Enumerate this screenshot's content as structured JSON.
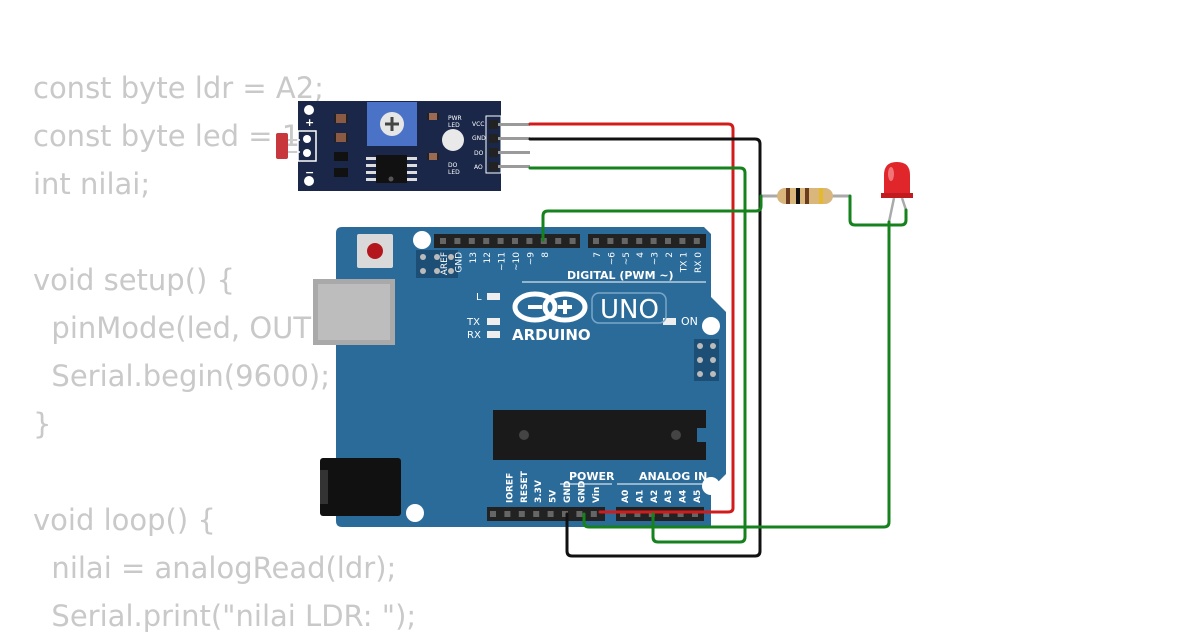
{
  "code_lines": [
    "const byte ldr = A2;",
    "const byte led = 1",
    "int nilai;",
    "",
    "void setup() {",
    "  pinMode(led, OUT",
    "  Serial.begin(9600);",
    "}",
    "",
    "void loop() {",
    "  nilai = analogRead(ldr);",
    "  Serial.print(\"nilai LDR: \");"
  ],
  "ldr_module": {
    "plus": "+",
    "minus": "−",
    "pwr_led": [
      "PWR",
      "LED"
    ],
    "do_led": [
      "DO",
      "LED"
    ],
    "pins": [
      "VCC",
      "GND",
      "DO",
      "AO"
    ]
  },
  "arduino": {
    "brand": "ARDUINO",
    "model": "UNO",
    "on_label": "ON",
    "l_label": "L",
    "tx_label": "TX",
    "rx_label": "RX",
    "digital_header_labels": [
      "AREF",
      "GND",
      "13",
      "12",
      "~11",
      "~10",
      "~9",
      "8",
      "7",
      "~6",
      "~5",
      "4",
      "~3",
      "2",
      "TX 1",
      "RX 0"
    ],
    "digital_title": "DIGITAL (PWM ~)",
    "power_title": "POWER",
    "analog_title": "ANALOG IN",
    "power_pins": [
      "IOREF",
      "RESET",
      "3.3V",
      "5V",
      "GND",
      "GND",
      "Vin"
    ],
    "analog_pins": [
      "A0",
      "A1",
      "A2",
      "A3",
      "A4",
      "A5"
    ]
  },
  "colors": {
    "board": "#2b6b9a",
    "module": "#1a2748",
    "wire_red": "#d21c1c",
    "wire_black": "#111111",
    "wire_green": "#16821e",
    "led": "#e0262a",
    "code_text": "#c9c9c9"
  }
}
